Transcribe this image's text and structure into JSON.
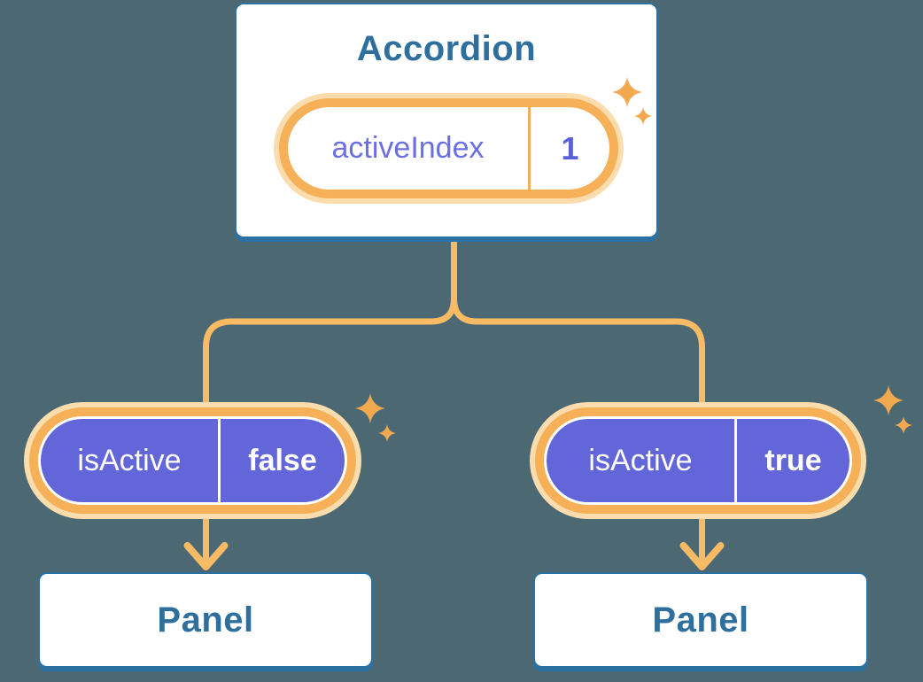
{
  "tree": {
    "root": {
      "title": "Accordion",
      "state": {
        "name": "activeIndex",
        "value": "1"
      }
    },
    "children": [
      {
        "prop": {
          "name": "isActive",
          "value": "false"
        },
        "title": "Panel"
      },
      {
        "prop": {
          "name": "isActive",
          "value": "true"
        },
        "title": "Panel"
      }
    ]
  },
  "icons": {
    "sparkle": "sparkle-icon",
    "arrow": "arrow-down-icon"
  },
  "colors": {
    "background": "#4C6973",
    "node_border_blue": "#2B72A3",
    "node_text_blue": "#2E6F9E",
    "connector_orange": "#F8BB64",
    "ring_orange": "#F5B058",
    "ring_glow_peach": "#FBDCAD",
    "pill_divider_orange": "#F0AD62",
    "sparkle_orange": "#F1A84E",
    "prop_pill_purple": "#6366D8",
    "state_text_purple": "#6A6FE4",
    "state_value_purple": "#5A61D8",
    "prop_text_white": "#FFFFFF"
  }
}
